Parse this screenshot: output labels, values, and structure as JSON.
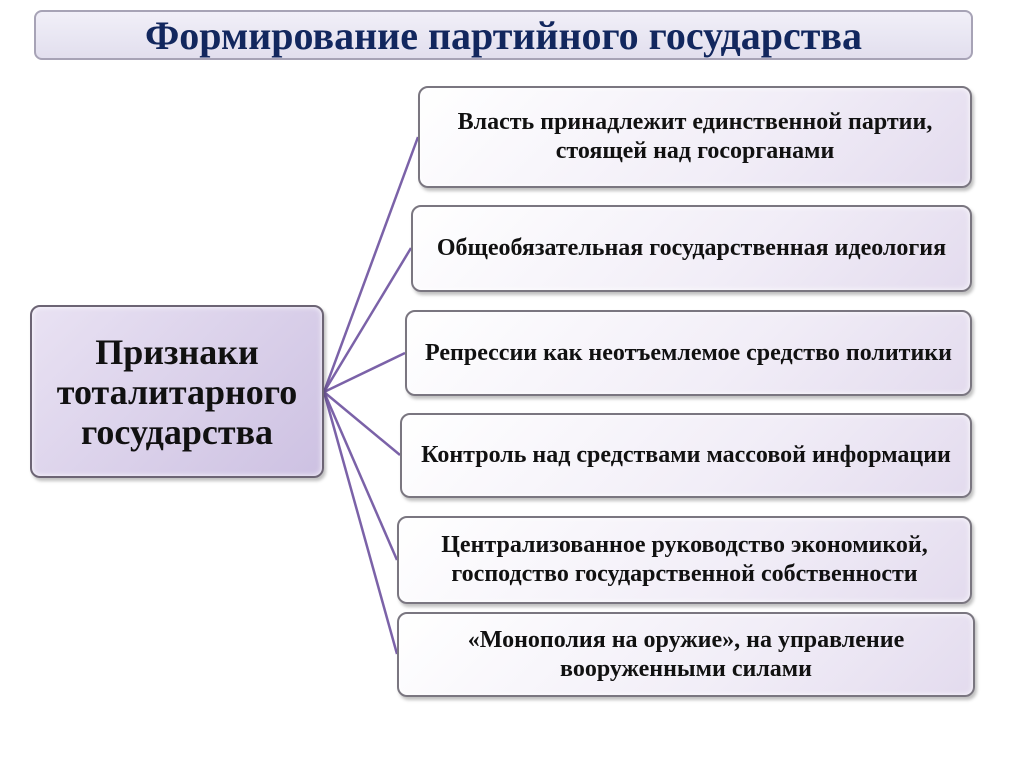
{
  "title": "Формирование партийного государства",
  "main_box": "Признаки тоталитарного государства",
  "items": [
    "Власть принадлежит единственной партии, стоящей над госорганами",
    "Общеобязательная государственная идеология",
    "Репрессии как неотъемлемое средство политики",
    "Контроль над средствами массовой информации",
    "Централизованное руководство экономикой, господство государственной собственности",
    "«Монополия на оружие», на управление вооруженными силами"
  ],
  "colors": {
    "title": "#12275e",
    "connector": "#7b62a8"
  }
}
